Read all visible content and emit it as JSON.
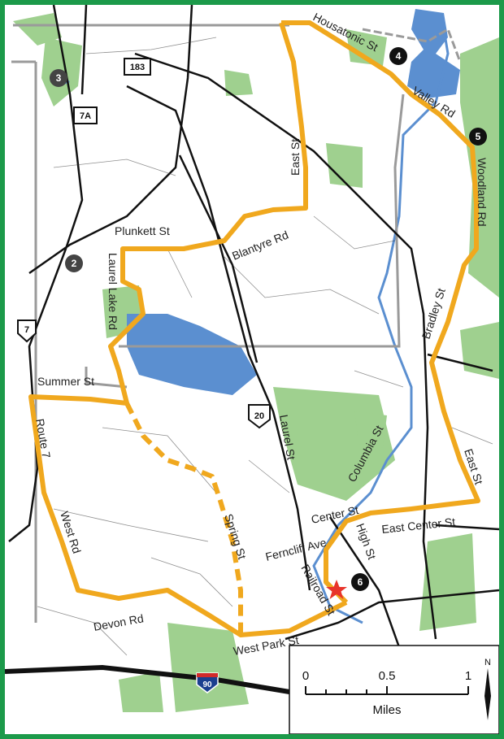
{
  "map": {
    "colors": {
      "border": "#1c9a4a",
      "route": "#f0a81e",
      "water": "#5b8fd0",
      "park": "#9fd08f",
      "road": "#111111",
      "town_line": "#999999"
    },
    "streets": {
      "housatonic": "Housatonic St",
      "valley": "Valley Rd",
      "woodland": "Woodland Rd",
      "east_north": "East St",
      "east_south": "East St",
      "plunkett": "Plunkett St",
      "blantyre": "Blantyre Rd",
      "laurel_lake": "Laurel Lake Rd",
      "summer": "Summer St",
      "route7": "Route 7",
      "west": "West Rd",
      "devon": "Devon Rd",
      "spring": "Spring St",
      "laurel": "Laurel St",
      "columbia": "Columbia St",
      "bradley": "Bradley St",
      "center": "Center St",
      "east_center": "East Center St",
      "ferncliff": "Ferncliff Ave",
      "high": "High St",
      "railroad": "Railroad St",
      "west_park": "West Park St"
    },
    "shields": {
      "rt183": "183",
      "rt7a": "7A",
      "us7": "7",
      "us20": "20",
      "i90": "90"
    },
    "markers": {
      "m2": "2",
      "m3": "3",
      "m4": "4",
      "m5": "5",
      "m6": "6"
    },
    "scale": {
      "tick0": "0",
      "tick1": "0.5",
      "tick2": "1",
      "unit": "Miles",
      "north": "N"
    }
  }
}
